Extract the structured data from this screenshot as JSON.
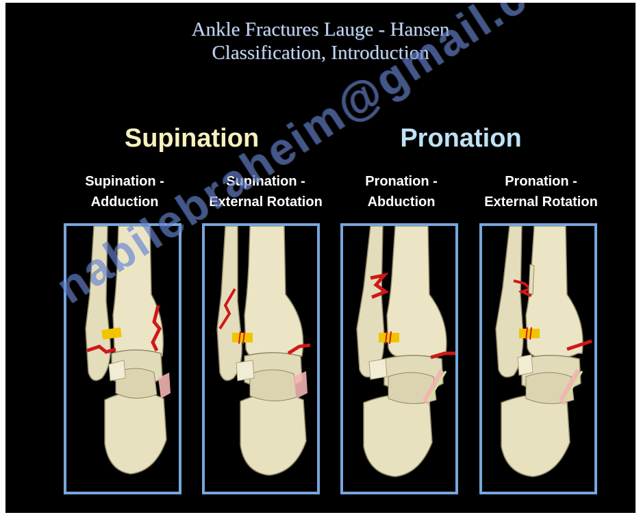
{
  "title": {
    "line1": "Ankle Fractures Lauge - Hansen",
    "line2": "Classification, Introduction"
  },
  "groups": {
    "supination": "Supination",
    "pronation": "Pronation"
  },
  "panels": [
    {
      "line1": "Supination -",
      "line2": "Adduction"
    },
    {
      "line1": "Supination -",
      "line2": "External Rotation"
    },
    {
      "line1": "Pronation -",
      "line2": "Abduction"
    },
    {
      "line1": "Pronation -",
      "line2": "External Rotation"
    }
  ],
  "watermark": "nabilebraheim@gmail.com",
  "colors": {
    "background": "#000000",
    "title": "#c6d6ec",
    "supination_heading": "#f6f1bd",
    "pronation_heading": "#bfe2f4",
    "panel_border": "#78a6dc",
    "bone": "#e9e3c4",
    "fracture_line": "#d01818",
    "ligament_injury": "#f2b3b3",
    "syndesmosis_mark": "#f2c400"
  }
}
